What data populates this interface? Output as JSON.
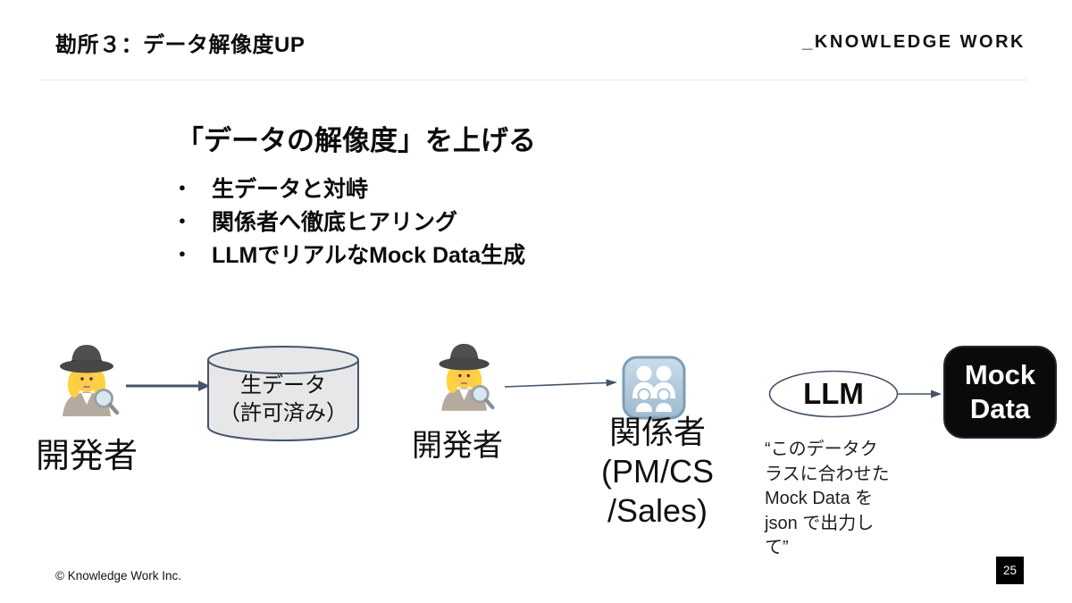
{
  "slide": {
    "title": "勘所３：データ解像度UP",
    "logo": "_KNOWLEDGE WORK",
    "footer": "© Knowledge Work Inc.",
    "page_number": "25"
  },
  "content": {
    "heading": "「データの解像度」を上げる",
    "bullets": [
      "生データと対峙",
      "関係者へ徹底ヒアリング",
      "LLMでリアルなMock Data生成"
    ]
  },
  "diagram": {
    "developer1_label": "開発者",
    "database_label": "生データ\n（許可済み）",
    "developer2_label": "開発者",
    "stakeholders_label": "関係者\n(PM/CS\n/Sales)",
    "llm_label": "LLM",
    "mock_data_label": "Mock\nData",
    "prompt_quote": "“このデータク\nラスに合わせた\nMock Data を\njson で出力し\nて”",
    "icons": {
      "developer1": "woman-detective-emoji",
      "developer2": "woman-detective-emoji",
      "stakeholders": "family-emoji",
      "database": "cylinder-shape"
    },
    "colors": {
      "shape_stroke": "#44546a",
      "cylinder_fill": "#e7e7e9",
      "mock_box_bg": "#0a0a0b",
      "mock_box_text": "#ffffff"
    }
  }
}
